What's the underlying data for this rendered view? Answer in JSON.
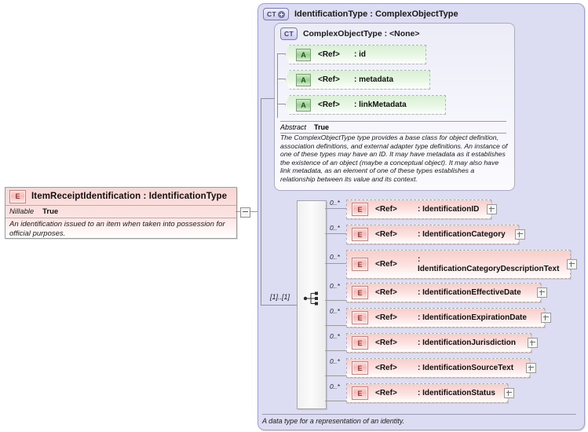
{
  "root_element": {
    "badge": "E",
    "title": "ItemReceiptIdentification : IdentificationType",
    "property_key": "Nillable",
    "property_value": "True",
    "description": "An identification issued to an item when taken into possession for official purposes."
  },
  "panel": {
    "badge": "CT",
    "title": "IdentificationType : ComplexObjectType",
    "footer": "A data type for a representation of an identity."
  },
  "inner_type": {
    "badge": "CT",
    "title": "ComplexObjectType : <None>",
    "abstract_key": "Abstract",
    "abstract_value": "True",
    "description": "The ComplexObjectType type provides a base class for object definition, association definitions, and external adapter type definitions. An instance of one of these types may have an ID. It may have metadata as it establishes the existence of an object (maybe a conceptual object). It may also have link metadata, as an element of one of these types establishes a relationship between its value and its context.",
    "attributes": [
      {
        "badge": "A",
        "ref": "<Ref>",
        "name": ": id"
      },
      {
        "badge": "A",
        "ref": "<Ref>",
        "name": ": metadata"
      },
      {
        "badge": "A",
        "ref": "<Ref>",
        "name": ": linkMetadata"
      }
    ]
  },
  "sequence": {
    "cardinality": "[1]..[1]",
    "icon": "sequence-icon"
  },
  "elements": [
    {
      "badge": "E",
      "ref": "<Ref>",
      "name": ": IdentificationID",
      "occurrence": "0..*"
    },
    {
      "badge": "E",
      "ref": "<Ref>",
      "name": ": IdentificationCategory",
      "occurrence": "0..*"
    },
    {
      "badge": "E",
      "ref": "<Ref>",
      "name": ": IdentificationCategoryDescriptionText",
      "occurrence": "0..*"
    },
    {
      "badge": "E",
      "ref": "<Ref>",
      "name": ": IdentificationEffectiveDate",
      "occurrence": "0..*"
    },
    {
      "badge": "E",
      "ref": "<Ref>",
      "name": ": IdentificationExpirationDate",
      "occurrence": "0..*"
    },
    {
      "badge": "E",
      "ref": "<Ref>",
      "name": ": IdentificationJurisdiction",
      "occurrence": "0..*"
    },
    {
      "badge": "E",
      "ref": "<Ref>",
      "name": ": IdentificationSourceText",
      "occurrence": "0..*"
    },
    {
      "badge": "E",
      "ref": "<Ref>",
      "name": ": IdentificationStatus",
      "occurrence": "0..*"
    }
  ],
  "colors": {
    "panel_background": "#dcdcf2",
    "element_pink": "#f7cecb",
    "attribute_green": "#d9f0d5",
    "border_gray": "#9b9b9b"
  }
}
